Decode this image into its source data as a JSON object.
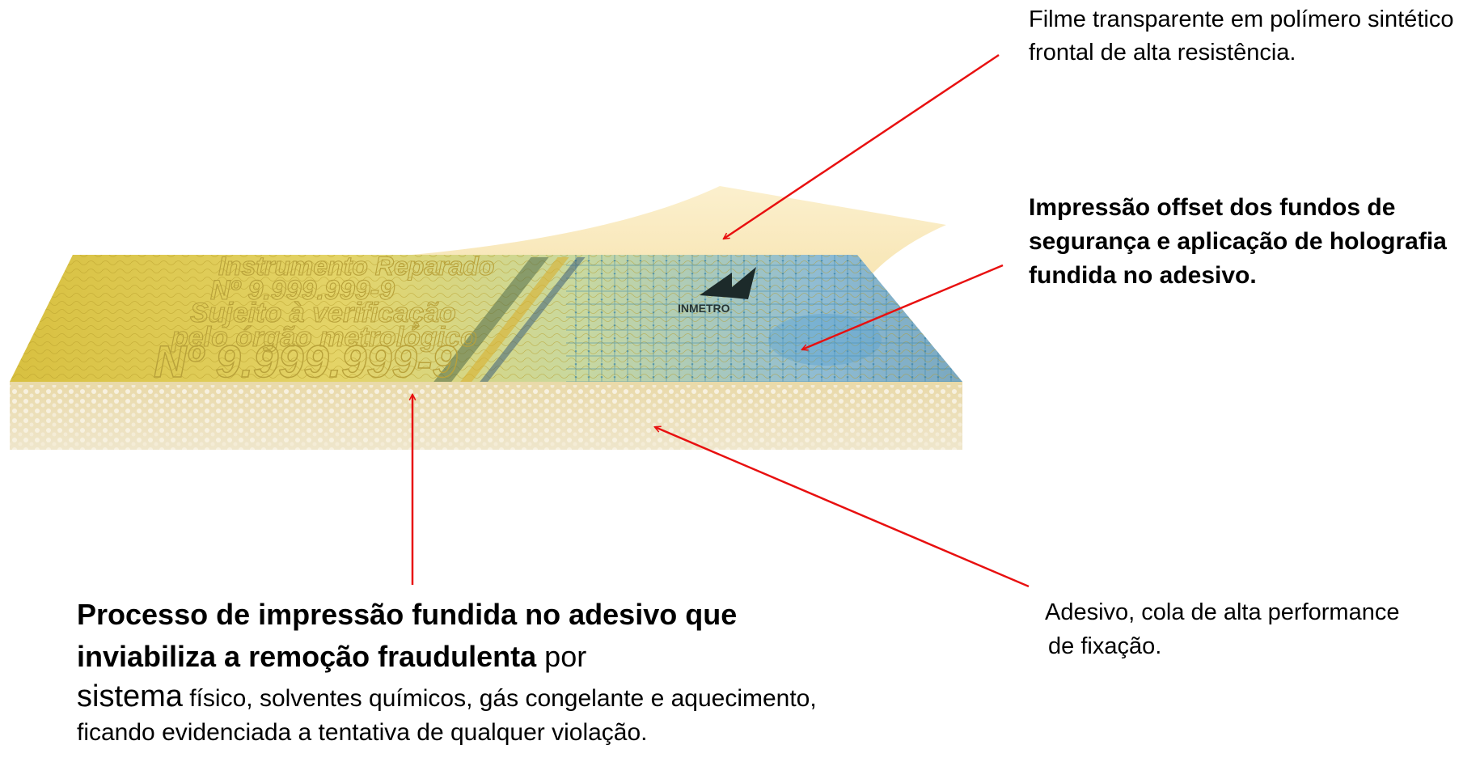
{
  "stamp": {
    "lines": [
      "Instrumento Reparado",
      "Nº 9.999.999-9",
      "Sujeito à verificação",
      "pelo órgão metrológico"
    ],
    "number": "Nº 9.999.999-9",
    "logo": "INMETRO",
    "colors": {
      "film": "#f8e6b3",
      "yellow": "#e0c94a",
      "blue": "#9dc4d8",
      "adhesive": "#e8dcb8",
      "arrow": "#e81010"
    }
  },
  "labels": {
    "film": "Filme transparente em polímero sintético frontal de alta resistência.",
    "offset": "Impressão offset dos fundos de segurança e aplicação de holografia fundida no adesivo.",
    "adhesive_1": "Adesivo, cola de alta performance",
    "adhesive_2": "de fixação.",
    "process_bold": "Processo de impressão fundida no adesivo que inviabiliza a remoção fraudulenta",
    "process_rest": " por",
    "process_big": "sistema",
    "process_body": " físico, solventes químicos, gás congelante e aquecimento, ficando evidenciada a tentativa de qualquer violação."
  }
}
